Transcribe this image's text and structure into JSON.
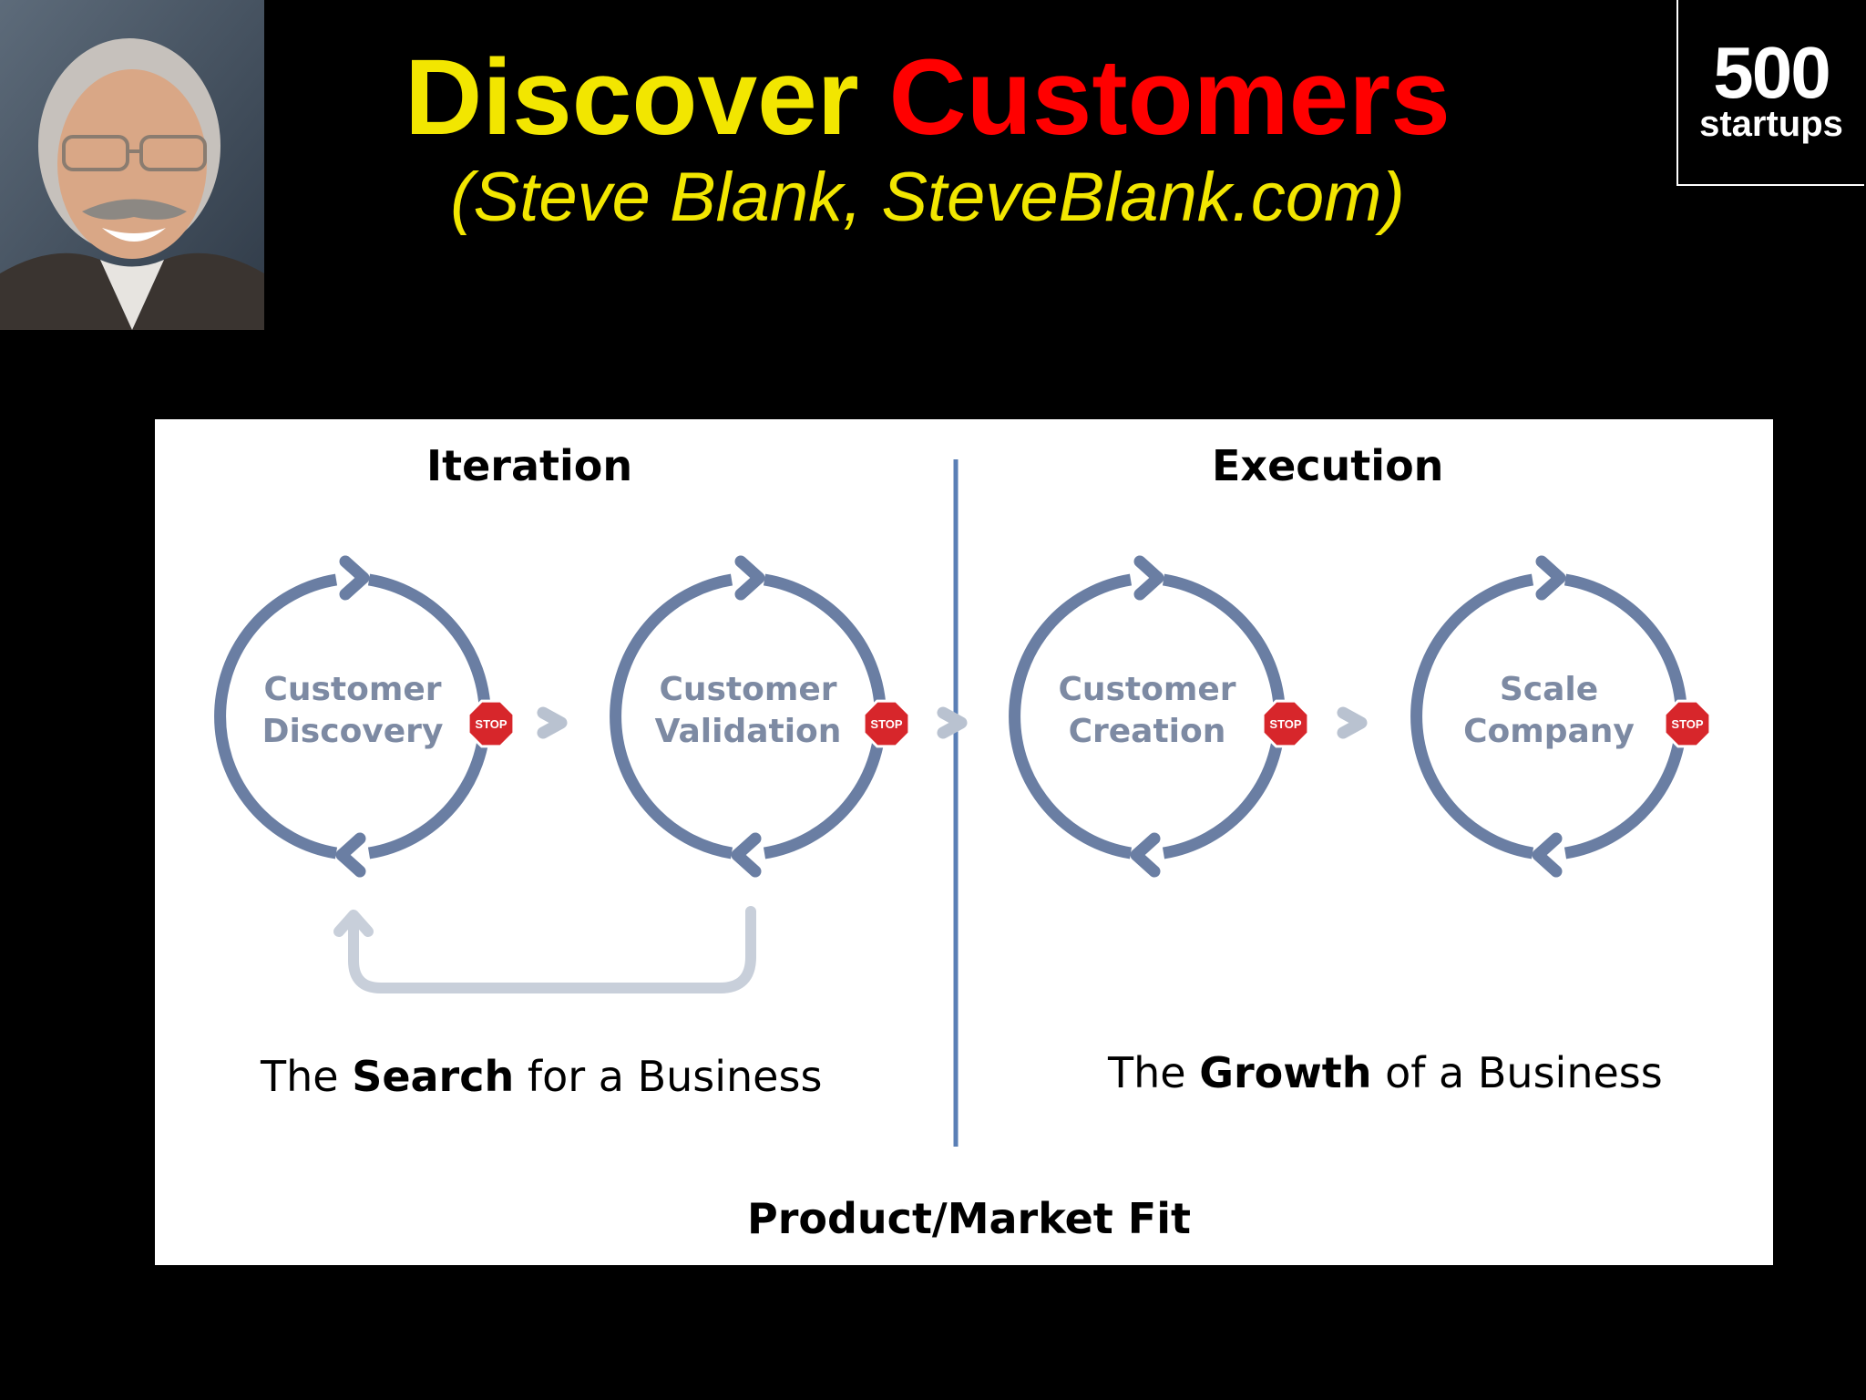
{
  "header": {
    "title_part1": "Discover",
    "title_part2": "Customers",
    "subtitle": "(Steve Blank, SteveBlank.com)",
    "colors": {
      "yellow": "#f2e600",
      "red": "#ff0000"
    }
  },
  "logo": {
    "number": "500",
    "word": "startups"
  },
  "diagram": {
    "left_heading": "Iteration",
    "right_heading": "Execution",
    "stages": [
      {
        "line1": "Customer",
        "line2": "Discovery",
        "stop": "STOP"
      },
      {
        "line1": "Customer",
        "line2": "Validation",
        "stop": "STOP"
      },
      {
        "line1": "Customer",
        "line2": "Creation",
        "stop": "STOP"
      },
      {
        "line1": "Scale",
        "line2": "Company",
        "stop": "STOP"
      }
    ],
    "left_tagline": {
      "before": "The",
      "bold": "Search",
      "after": "for a Business"
    },
    "right_tagline": {
      "before": "The",
      "bold": "Growth",
      "after": "of a Business"
    },
    "footer": "Product/Market Fit",
    "colors": {
      "circle": "#6a7ea3",
      "label": "#7d8aa3",
      "stop": "#d7262b",
      "chevron": "#b9c2d0",
      "divider": "#5a7fb6"
    }
  }
}
